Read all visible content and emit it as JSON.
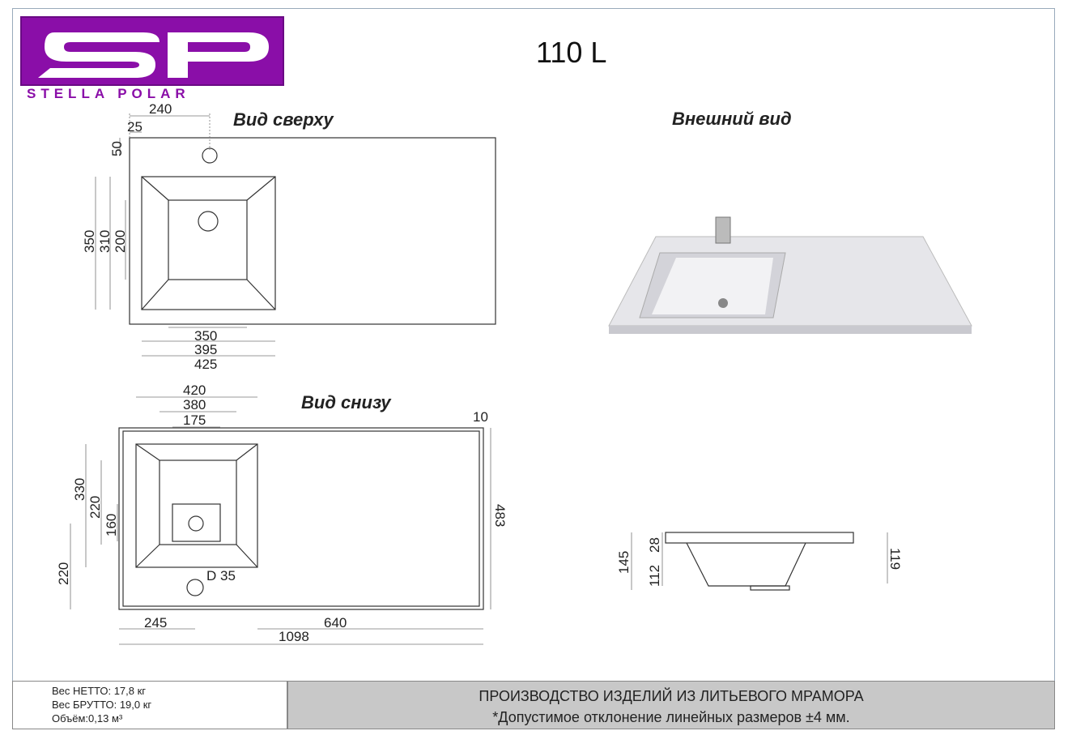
{
  "logo": {
    "letters": "SP",
    "brand": "STELLA POLAR",
    "color": "#8a0ea8"
  },
  "model": "110 L",
  "views": {
    "top": "Вид сверху",
    "bottom": "Вид снизу",
    "exterior": "Внешний вид"
  },
  "top_view_dims": {
    "d240": "240",
    "d25": "25",
    "d50": "50",
    "d350v": "350",
    "d310": "310",
    "d200": "200",
    "d350h": "350",
    "d395": "395",
    "d425": "425"
  },
  "bottom_view_dims": {
    "d420": "420",
    "d380": "380",
    "d175": "175",
    "d10": "10",
    "d483": "483",
    "d330": "330",
    "d220a": "220",
    "d160": "160",
    "d220b": "220",
    "hole": "D 35",
    "d245": "245",
    "d640": "640",
    "d1098": "1098"
  },
  "side_view_dims": {
    "d145": "145",
    "d28": "28",
    "d112": "112",
    "d119": "119"
  },
  "footer": {
    "net": "Вес НЕТТО: 17,8 кг",
    "gross": "Вес БРУТТО: 19,0 кг",
    "volume": "Объём:0,13 м³",
    "line1": "ПРОИЗВОДСТВО ИЗДЕЛИЙ ИЗ ЛИТЬЕВОГО МРАМОРА",
    "line2": "*Допустимое отклонение линейных размеров ±4 мм."
  }
}
